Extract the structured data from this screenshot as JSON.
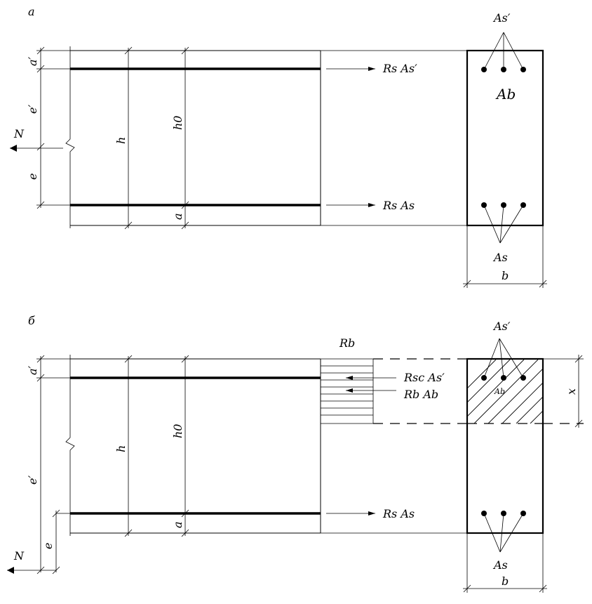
{
  "panel_a": {
    "label": "а",
    "dim_a_top": "a′",
    "dim_e_prime": "e′",
    "dim_e": "e",
    "force_n": "N",
    "dim_h": "h",
    "dim_h0": "h0",
    "dim_a_bottom": "a",
    "force_top": "Rs As′",
    "force_bottom": "Rs As",
    "section_top_bars": "As′",
    "section_area": "Ab",
    "section_bottom_bars": "As",
    "section_width": "b"
  },
  "panel_b": {
    "label": "б",
    "dim_a_top": "a′",
    "dim_e_prime": "e′",
    "dim_e": "e",
    "force_n": "N",
    "dim_h": "h",
    "dim_h0": "h0",
    "dim_a_bottom": "a",
    "stress_block": "Rb",
    "force_comp_steel": "Rsc As′",
    "force_comp_concrete": "Rb Ab",
    "force_bottom": "Rs As",
    "section_top_bars": "As′",
    "section_area": "Ab",
    "section_bottom_bars": "As",
    "section_width": "b",
    "dim_x": "x"
  }
}
